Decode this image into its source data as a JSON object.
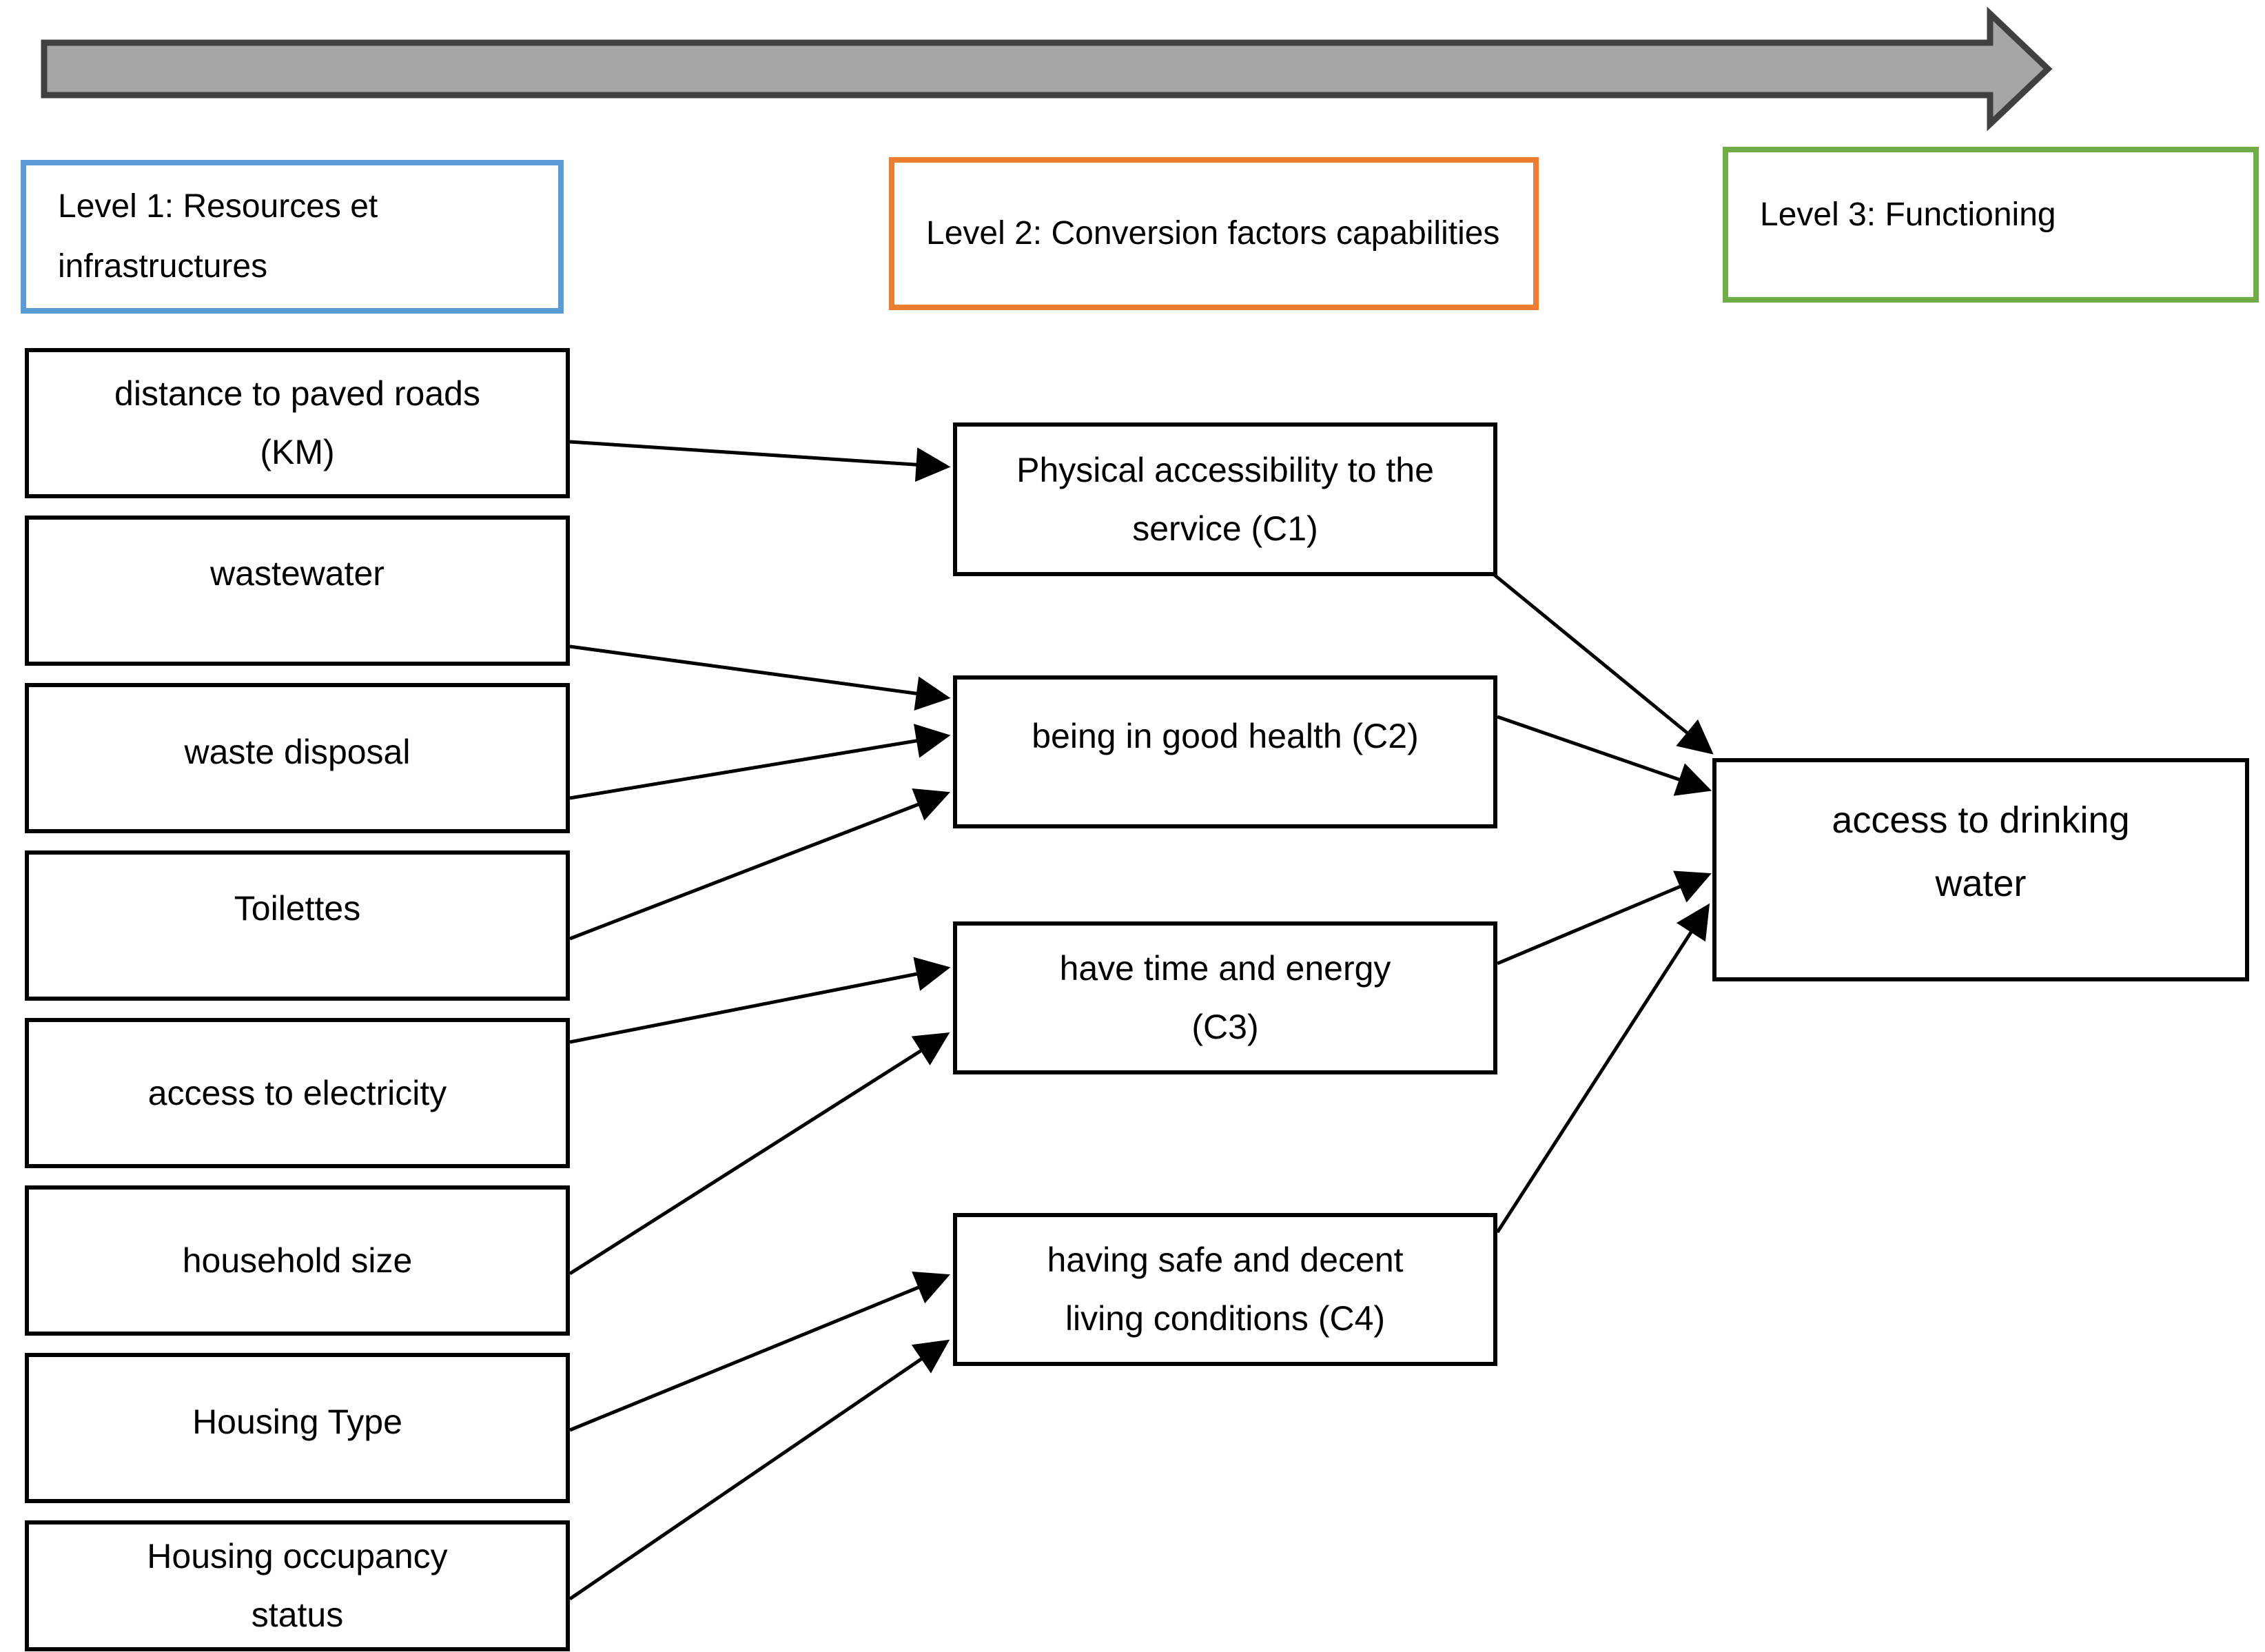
{
  "diagram": {
    "title": "Capability-approach diagram: resources, conversion factors, functioning",
    "flow_arrow": {
      "name": "progression-arrow",
      "direction": "left-to-right",
      "fill_color": "#A6A6A6",
      "outline_color": "#404040"
    },
    "levels": [
      {
        "id": "level1",
        "label": "Level 1: Resources et infrastructures",
        "border_color": "#5B9BD5"
      },
      {
        "id": "level2",
        "label": "Level 2: Conversion factors capabilities",
        "border_color": "#ED7D31"
      },
      {
        "id": "level3",
        "label": "Level 3: Functioning",
        "border_color": "#70AD47"
      }
    ],
    "resources": [
      {
        "id": "distance-to-paved-roads",
        "label": "distance to paved roads (KM)"
      },
      {
        "id": "wastewater",
        "label": "wastewater"
      },
      {
        "id": "waste-disposal",
        "label": "waste disposal"
      },
      {
        "id": "toilettes",
        "label": "Toilettes"
      },
      {
        "id": "access-to-electricity",
        "label": "access to electricity"
      },
      {
        "id": "household-size",
        "label": "household size"
      },
      {
        "id": "housing-type",
        "label": "Housing Type"
      },
      {
        "id": "housing-occupancy-status",
        "label": "Housing occupancy status"
      }
    ],
    "conversion_factors": [
      {
        "id": "C1",
        "label": "Physical accessibility to the service (C1)"
      },
      {
        "id": "C2",
        "label": "being in good health (C2)"
      },
      {
        "id": "C3",
        "label": "have time and energy (C3)"
      },
      {
        "id": "C4",
        "label": "having safe and decent living conditions (C4)"
      }
    ],
    "functioning": {
      "id": "access-to-drinking-water",
      "label": "access to drinking water"
    },
    "edges": [
      {
        "from": "distance-to-paved-roads",
        "to": "C1"
      },
      {
        "from": "wastewater",
        "to": "C2"
      },
      {
        "from": "waste-disposal",
        "to": "C2"
      },
      {
        "from": "toilettes",
        "to": "C2"
      },
      {
        "from": "access-to-electricity",
        "to": "C3"
      },
      {
        "from": "household-size",
        "to": "C3"
      },
      {
        "from": "housing-type",
        "to": "C4"
      },
      {
        "from": "housing-occupancy-status",
        "to": "C4"
      },
      {
        "from": "C1",
        "to": "access-to-drinking-water"
      },
      {
        "from": "C2",
        "to": "access-to-drinking-water"
      },
      {
        "from": "C3",
        "to": "access-to-drinking-water"
      },
      {
        "from": "C4",
        "to": "access-to-drinking-water"
      }
    ],
    "line_color": "#000000"
  }
}
